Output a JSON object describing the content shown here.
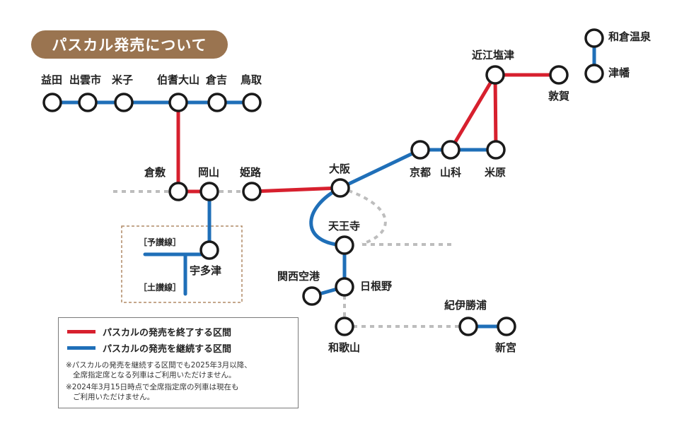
{
  "title": "パスカル発売について",
  "colors": {
    "ended": "#d7202e",
    "continued": "#1f6fb8",
    "other": "#bdbdbd",
    "title_bg": "#9a7450",
    "box": "#b08a66"
  },
  "stations": {
    "masuda": "益田",
    "izumoshi": "出雲市",
    "yonago": "米子",
    "hokidaisen": "伯耆大山",
    "kurayoshi": "倉吉",
    "tottori": "鳥取",
    "kurashiki": "倉敷",
    "okayama": "岡山",
    "himeji": "姫路",
    "osaka": "大阪",
    "kyoto": "京都",
    "yamashina": "山科",
    "maibara": "米原",
    "omishiotsu": "近江塩津",
    "tsuruga": "敦賀",
    "wadakuraonsen": "和倉温泉",
    "tsubata": "津幡",
    "tennoji": "天王寺",
    "hineno": "日根野",
    "kansaikuko": "関西空港",
    "wakayama": "和歌山",
    "kiikatsuura": "紀伊勝浦",
    "shingu": "新宮",
    "utazu": "宇多津"
  },
  "branches": {
    "yosan": "［予讃線］",
    "dosan": "［土讃線］"
  },
  "legend": {
    "ended": "パスカルの発売を終了する区間",
    "continued": "パスカルの発売を継続する区間",
    "note1_line1": "※パスカルの発売を継続する区間でも2025年3月以降、",
    "note1_line2": "全席指定席となる列車はご利用いただけません。",
    "note2_line1": "※2024年3月15日時点で全席指定席の列車は現在も",
    "note2_line2": "ご利用いただけません。"
  }
}
